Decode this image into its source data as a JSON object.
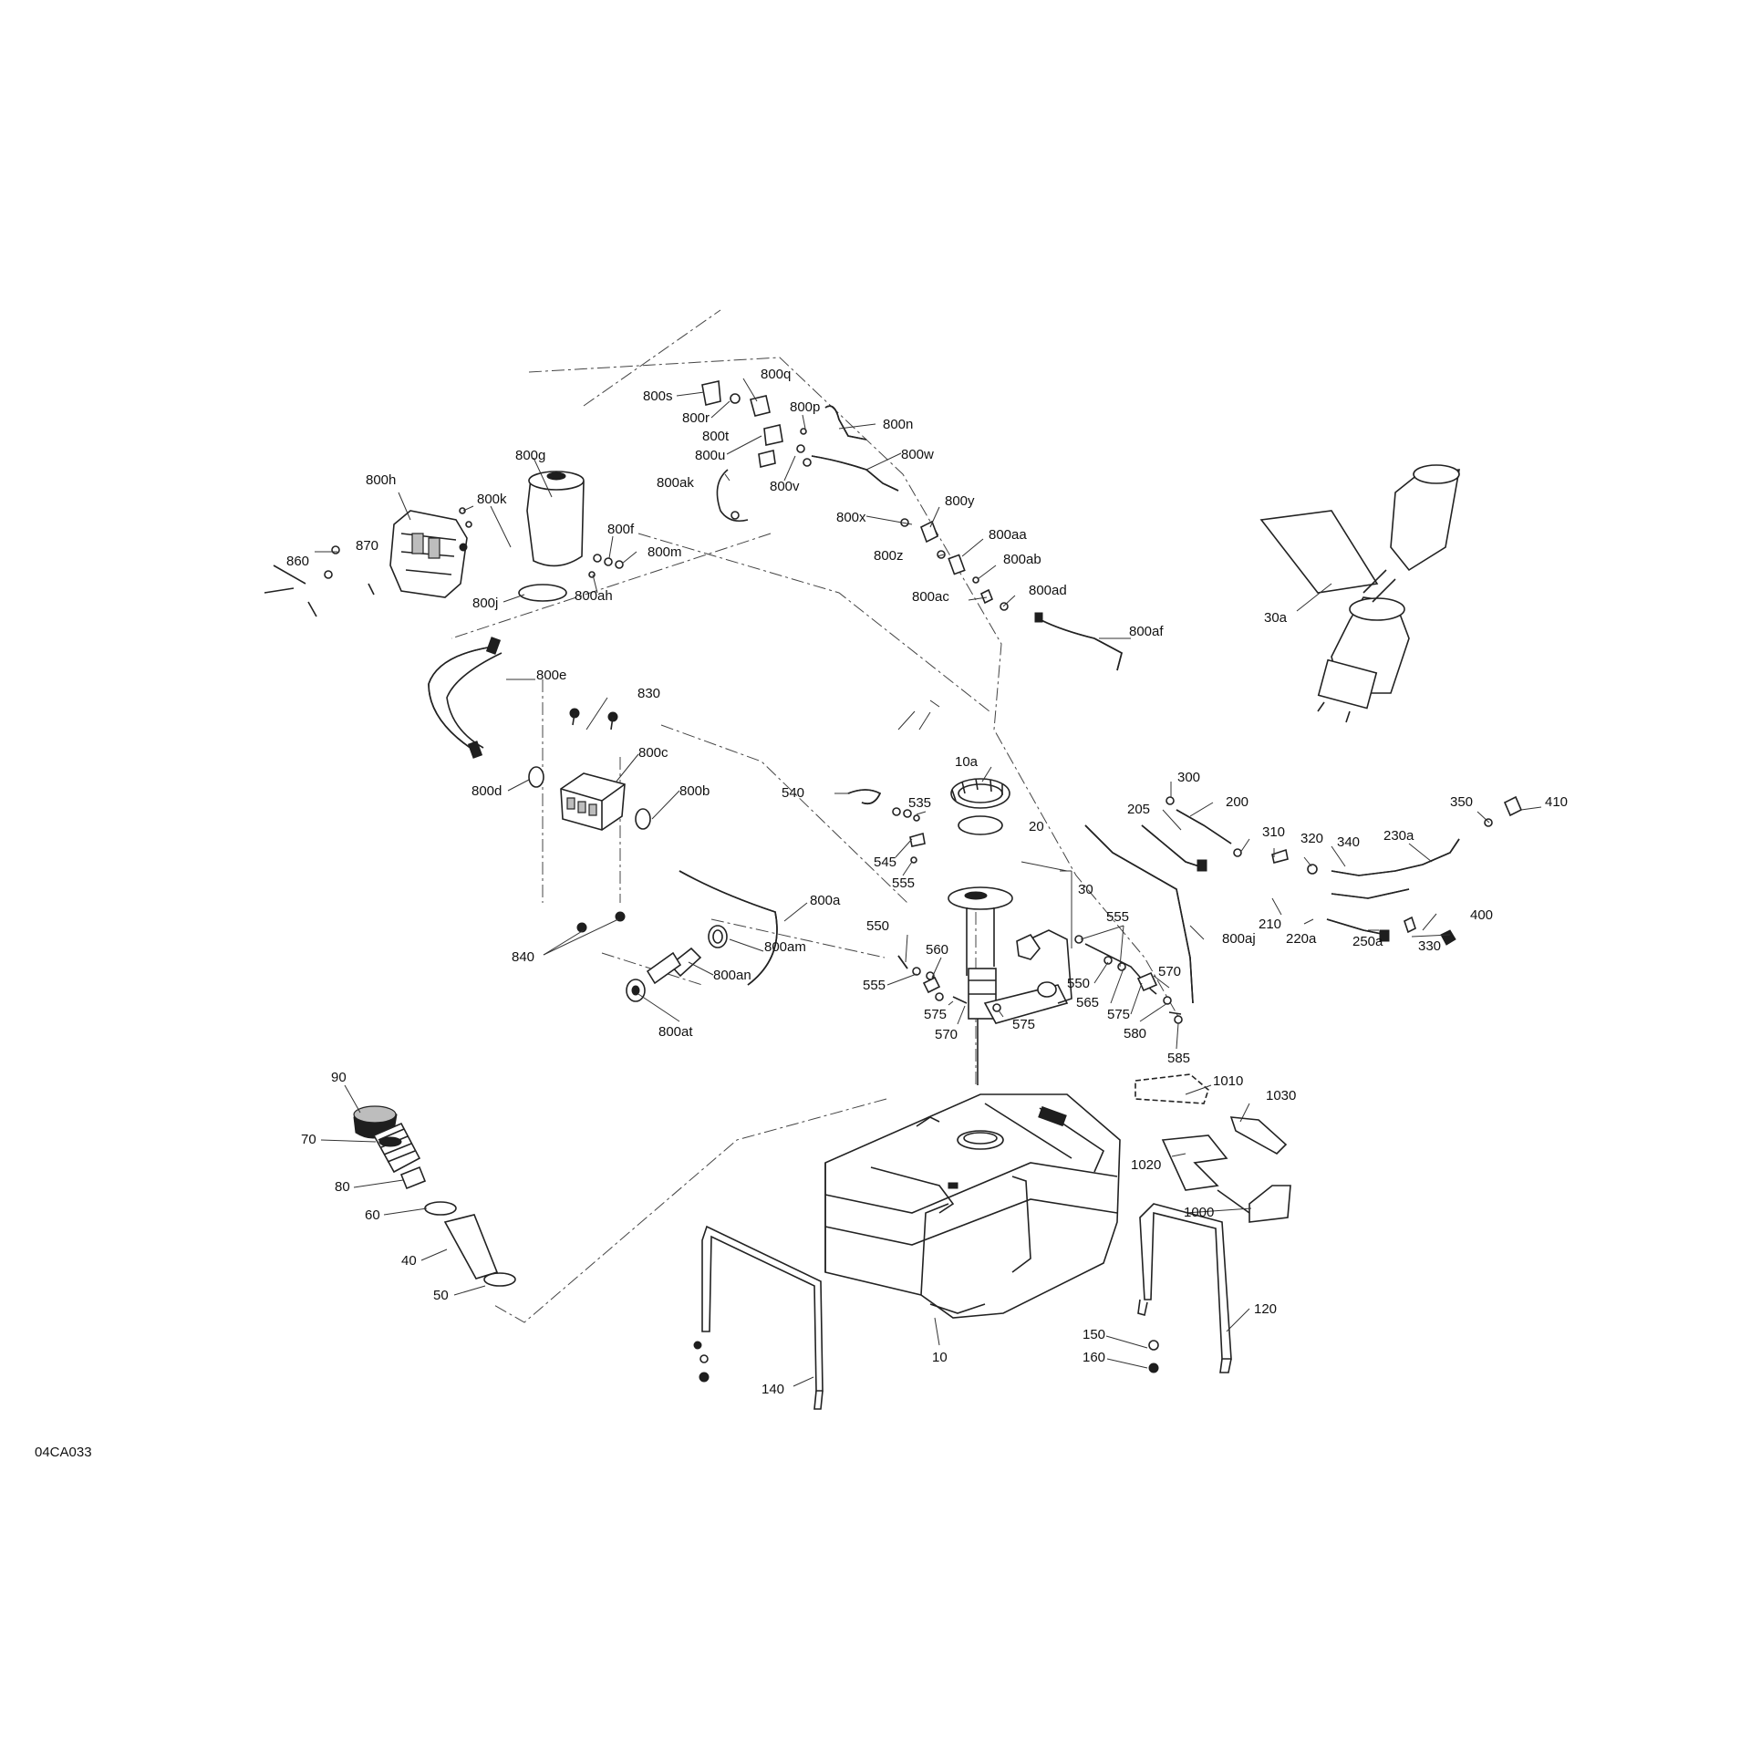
{
  "diagram": {
    "figure_code": "04CA033",
    "callouts": [
      "800s",
      "800q",
      "800r",
      "800p",
      "800t",
      "800n",
      "800u",
      "800w",
      "800ak",
      "800v",
      "800g",
      "800h",
      "800k",
      "800f",
      "800m",
      "860",
      "870",
      "800ah",
      "800j",
      "800x",
      "800y",
      "800aa",
      "800z",
      "800ab",
      "800ac",
      "800ad",
      "800af",
      "30a",
      "800e",
      "830",
      "800c",
      "800d",
      "800b",
      "840",
      "800a",
      "800am",
      "800an",
      "800at",
      "10a",
      "540",
      "535",
      "20",
      "545",
      "555",
      "30",
      "300",
      "200",
      "205",
      "310",
      "320",
      "340",
      "230a",
      "350",
      "410",
      "210",
      "220a",
      "330",
      "400",
      "250a",
      "800aj",
      "550",
      "560",
      "555",
      "575",
      "570",
      "575",
      "555",
      "550",
      "565",
      "575",
      "570",
      "580",
      "585",
      "90",
      "1010",
      "1030",
      "70",
      "1020",
      "80",
      "1000",
      "60",
      "40",
      "50",
      "120",
      "150",
      "160",
      "10",
      "140"
    ]
  }
}
